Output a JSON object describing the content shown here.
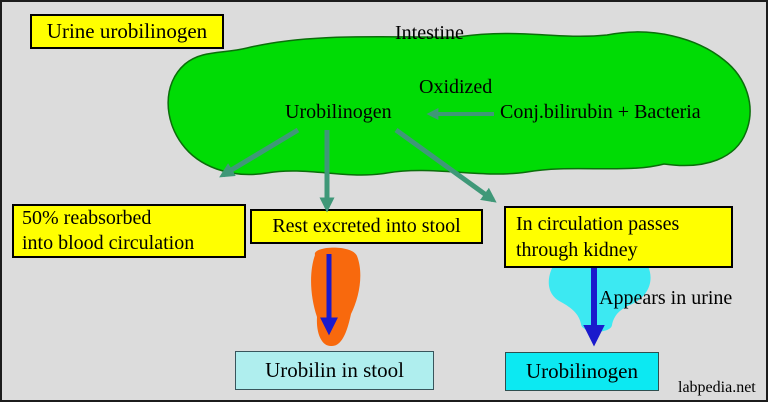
{
  "title_box": {
    "label": "Urine urobilinogen"
  },
  "intestine": {
    "label": "Intestine",
    "oxidized": "Oxidized",
    "urobilinogen": "Urobilinogen",
    "conj_bilirubin": "Conj.bilirubin + Bacteria"
  },
  "branches": {
    "reabsorbed": {
      "line1": "50% reabsorbed",
      "line2": "into blood circulation"
    },
    "stool": {
      "label": "Rest excreted into stool"
    },
    "kidney": {
      "line1": "In circulation passes",
      "line2": "through kidney"
    }
  },
  "results": {
    "stool_box": "Urobilin in stool",
    "urine_box": "Urobilinogen",
    "appears_in_urine": "Appears in urine"
  },
  "watermark": "labpedia.net",
  "colors": {
    "background": "#dcdcdc",
    "frame": "#1c1c1c",
    "highlight_yellow": "#ffff00",
    "intestine_green": "#00dc05",
    "intestine_border": "#0b6e0b",
    "arrow_teal": "#3f9878",
    "arrow_blue": "#1a1acc",
    "stool_orange": "#f8690d",
    "urine_cyan": "#3ce9f2",
    "result_cyan": "#0ce9f2",
    "result_pale_cyan": "#afeeee"
  }
}
